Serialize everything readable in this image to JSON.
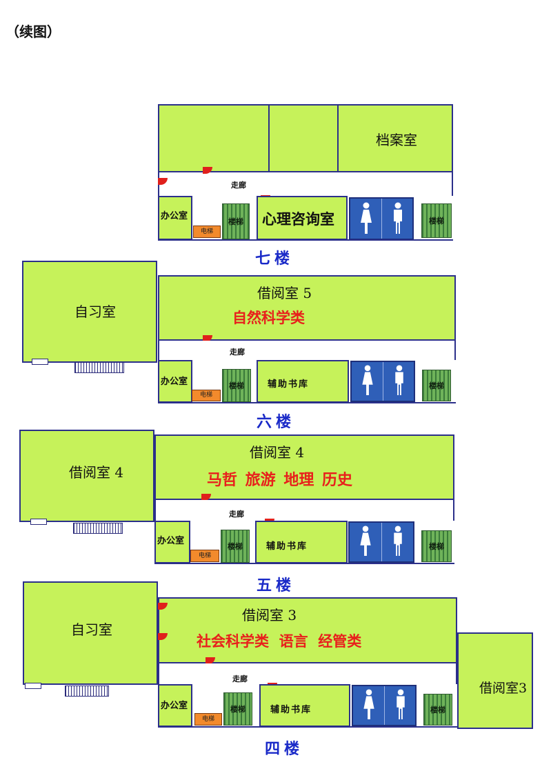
{
  "page_title": "（续图）",
  "floors": [
    {
      "id": "floor7",
      "name": "七楼",
      "corridor": "走廊",
      "office": "办公室",
      "elevator": "电梯",
      "stairs": "楼梯",
      "stairs2": "楼梯",
      "archive_room": "档案室",
      "counseling_room": "心理咨询室"
    },
    {
      "id": "floor6",
      "name": "六楼",
      "study_room": "自习室",
      "reading_room": "借阅室 5",
      "category": "自然科学类",
      "corridor": "走廊",
      "office": "办公室",
      "elevator": "电梯",
      "stairs": "楼梯",
      "stairs2": "楼梯",
      "aux_library": "辅助书库"
    },
    {
      "id": "floor5",
      "name": "五楼",
      "side_room": "借阅室 4",
      "reading_room": "借阅室 4",
      "category": "马哲 旅游 地理 历史",
      "corridor": "走廊",
      "office": "办公室",
      "elevator": "电梯",
      "stairs": "楼梯",
      "stairs2": "楼梯",
      "aux_library": "辅助书库"
    },
    {
      "id": "floor4",
      "name": "四楼",
      "study_room": "自习室",
      "reading_room": "借阅室 3",
      "category": "社会科学类  语言  经管类",
      "corridor": "走廊",
      "office": "办公室",
      "elevator": "电梯",
      "stairs": "楼梯",
      "stairs2": "楼梯",
      "aux_library": "辅助书库",
      "east_room": "借阅室3"
    }
  ],
  "colors": {
    "room_fill": "#c6f25a",
    "wall": "#2b2f8a",
    "category_text": "#e8201c",
    "floor_label": "#1a2ac8",
    "stairs": "#4f9a45",
    "elevator": "#f28a2c",
    "restroom": "#2f5fb8",
    "door": "#e0201c"
  },
  "icons": [
    "door-icon",
    "female-restroom-icon",
    "male-restroom-icon",
    "stairs-icon",
    "elevator-icon"
  ]
}
